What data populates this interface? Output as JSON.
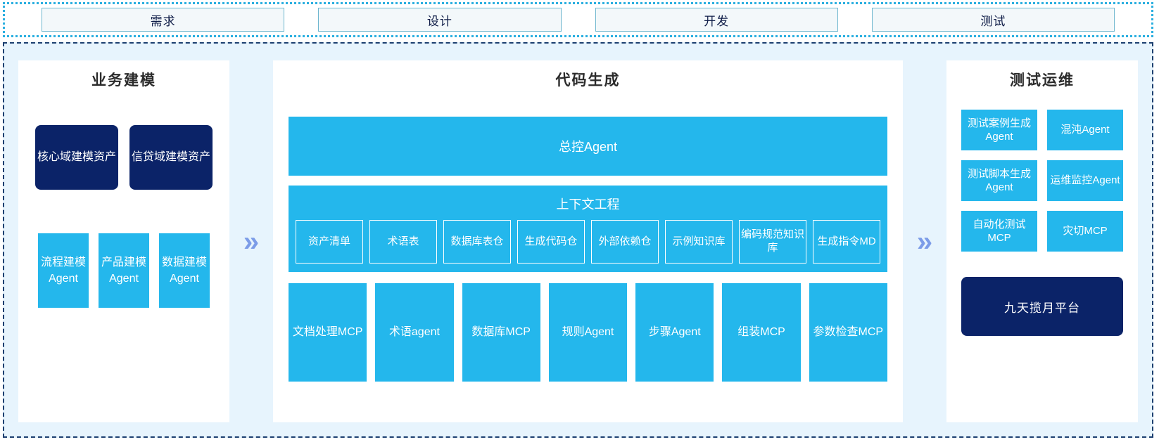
{
  "stages": [
    {
      "label": "需求"
    },
    {
      "label": "设计"
    },
    {
      "label": "开发"
    },
    {
      "label": "测试"
    }
  ],
  "arrows": {
    "glyph": "»"
  },
  "colors": {
    "cyan": "#24b7ec",
    "navy": "#0b2368",
    "pale_blue_bg": "#e7f4fd",
    "chevron_blue": "#7c9ce8",
    "stage_border": "#6fb7cf",
    "dashed_border": "#1c3f70"
  },
  "business_modeling": {
    "title": "业务建模",
    "assets": [
      {
        "label": "核心域建模资产"
      },
      {
        "label": "信贷域建模资产"
      }
    ],
    "agents": [
      {
        "label": "流程建模Agent"
      },
      {
        "label": "产品建模Agent"
      },
      {
        "label": "数据建模Agent"
      }
    ]
  },
  "code_generation": {
    "title": "代码生成",
    "master_agent": "总控Agent",
    "context_engineering": {
      "title": "上下文工程",
      "items": [
        {
          "label": "资产清单"
        },
        {
          "label": "术语表"
        },
        {
          "label": "数据库表仓"
        },
        {
          "label": "生成代码仓"
        },
        {
          "label": "外部依赖仓"
        },
        {
          "label": "示例知识库"
        },
        {
          "label": "编码规范知识库"
        },
        {
          "label": "生成指令MD"
        }
      ]
    },
    "tools": [
      {
        "label": "文档处理MCP"
      },
      {
        "label": "术语agent"
      },
      {
        "label": "数据库MCP"
      },
      {
        "label": "规则Agent"
      },
      {
        "label": "步骤Agent"
      },
      {
        "label": "组装MCP"
      },
      {
        "label": "参数检查MCP"
      }
    ]
  },
  "test_ops": {
    "title": "测试运维",
    "items": [
      {
        "label": "测试案例生成Agent"
      },
      {
        "label": "混沌Agent"
      },
      {
        "label": "测试脚本生成Agent"
      },
      {
        "label": "运维监控Agent"
      },
      {
        "label": "自动化测试MCP"
      },
      {
        "label": "灾切MCP"
      }
    ],
    "platform": "九天揽月平台"
  }
}
